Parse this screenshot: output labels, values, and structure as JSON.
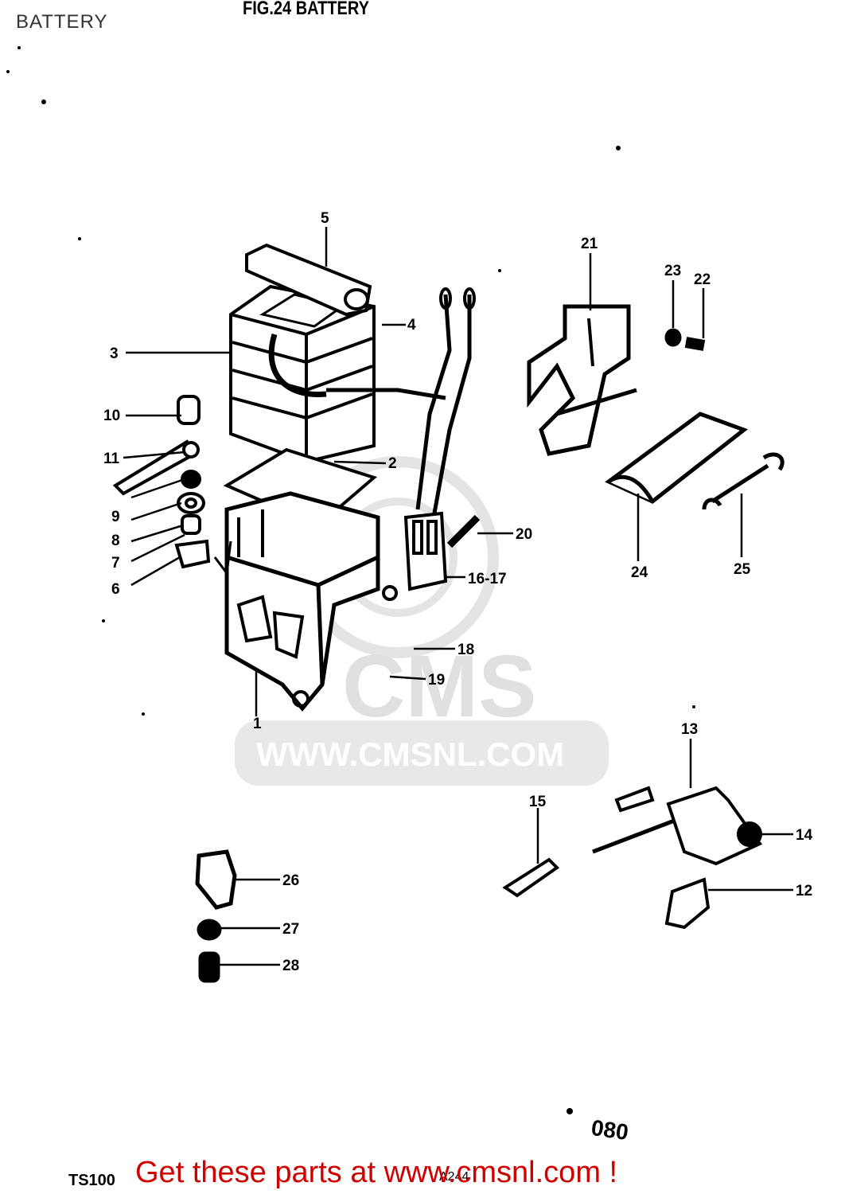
{
  "page": {
    "title": "BATTERY",
    "figure_title": "FIG.24  BATTERY",
    "model": "TS100",
    "sheet_number": "080",
    "code": "A244",
    "promo": "Get these parts at www.cmsnl.com !"
  },
  "watermark": {
    "logo_text": "CMS",
    "url_text": "WWW.CMSNL.COM"
  },
  "callouts": {
    "c1": "1",
    "c2": "2",
    "c3": "3",
    "c4": "4",
    "c5": "5",
    "c6": "6",
    "c7": "7",
    "c8": "8",
    "c9": "9",
    "c10": "10",
    "c11": "11",
    "c12": "12",
    "c13": "13",
    "c14": "14",
    "c15": "15",
    "c16": "16-17",
    "c18": "18",
    "c19": "19",
    "c20": "20",
    "c21": "21",
    "c22": "22",
    "c23": "23",
    "c24": "24",
    "c25": "25",
    "c26": "26",
    "c27": "27",
    "c28": "28"
  }
}
